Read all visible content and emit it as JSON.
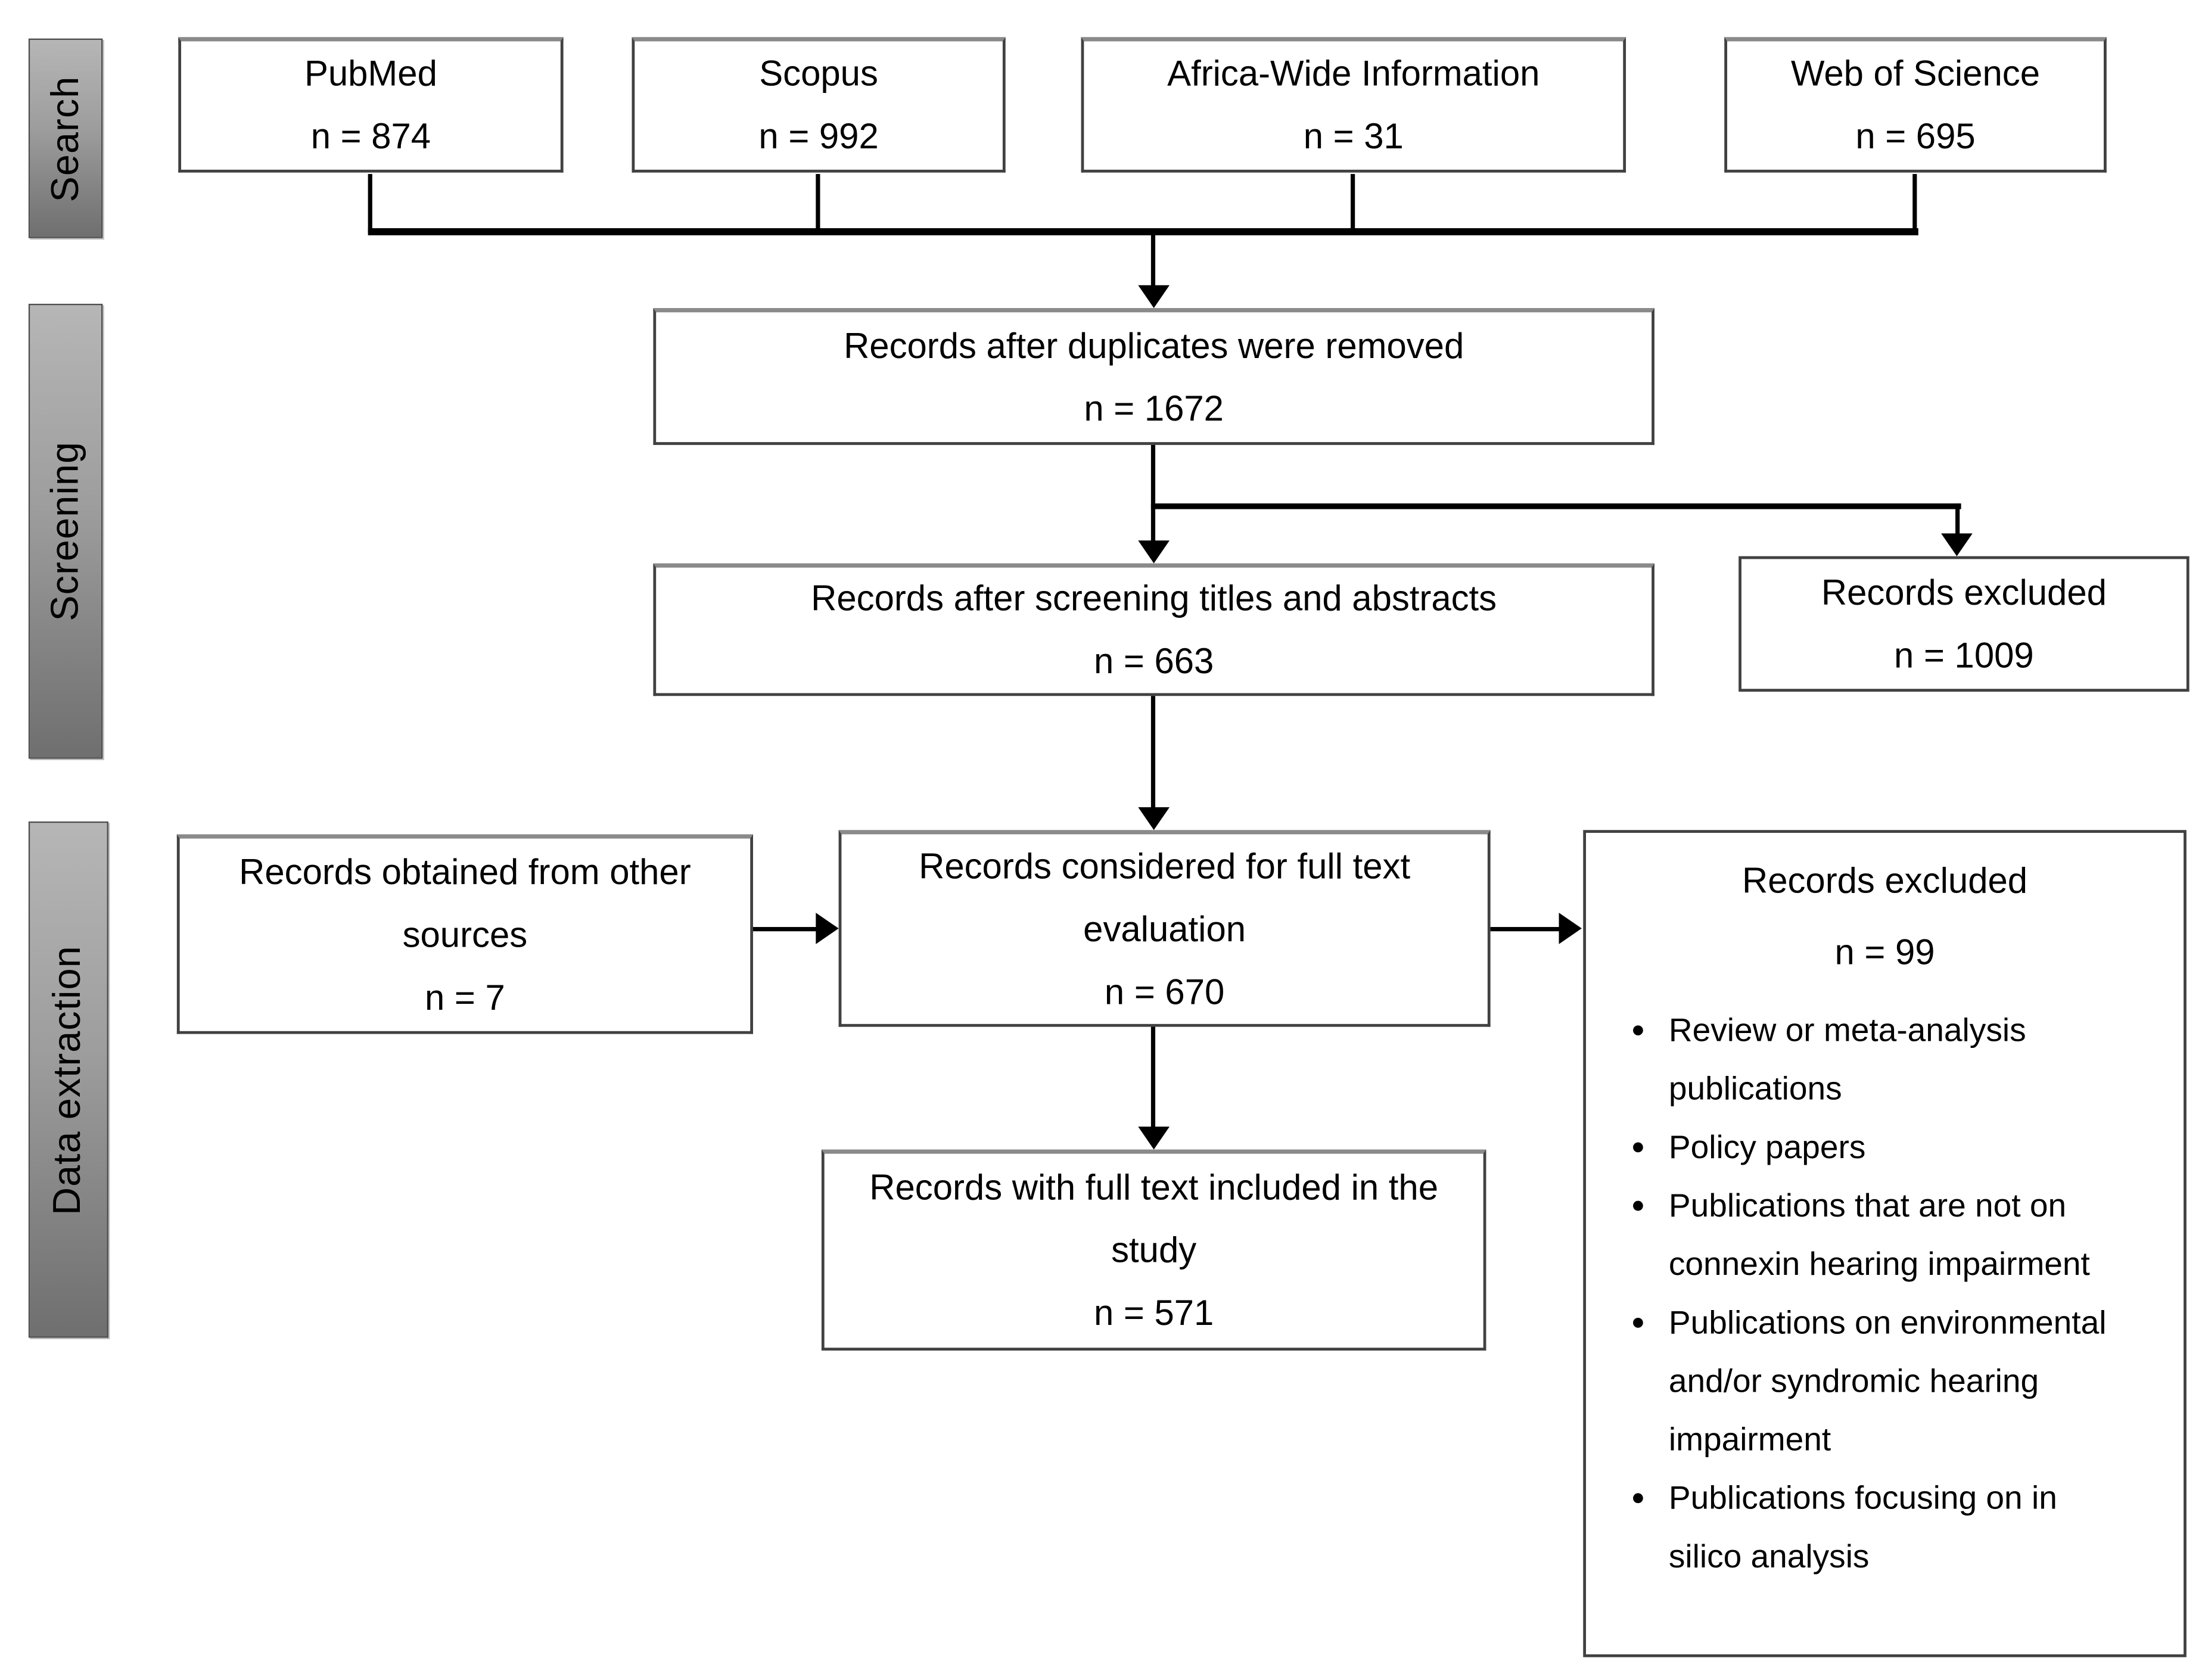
{
  "figure": {
    "type": "prisma-flow-diagram",
    "background": "#ffffff",
    "colors": {
      "box_border": "#414141",
      "box_border_top_highlight": "#8a8a8a",
      "sidebar_gradient_start": "#b6b6b6",
      "sidebar_gradient_end": "#6f6f6f",
      "line": "#000000",
      "text": "#000000"
    }
  },
  "stages": [
    {
      "label": "Search"
    },
    {
      "label": "Screening"
    },
    {
      "label": "Data extraction"
    }
  ],
  "search_row": {
    "sources": [
      {
        "name": "PubMed",
        "count": "n = 874"
      },
      {
        "name": "Scopus",
        "count": "n = 992"
      },
      {
        "name": "Africa-Wide Information",
        "count": "n = 31"
      },
      {
        "name": "Web of Science",
        "count": "n = 695"
      }
    ]
  },
  "screening_row": {
    "duplicates_removed": {
      "label": "Records after duplicates were removed",
      "count": "n = 1672"
    },
    "title_abstract_screen": {
      "label": "Records after screening titles and abstracts",
      "count": "n = 663"
    },
    "records_excluded": {
      "label": "Records excluded",
      "count": "n = 1009"
    }
  },
  "extraction_row": {
    "other_sources": {
      "label": "Records obtained from other sources",
      "count": "n = 7"
    },
    "full_text_evaluation": {
      "label": "Records considered for full text evaluation",
      "count": "n = 670"
    },
    "records_excluded": {
      "label": "Records excluded",
      "count": "n = 99",
      "reasons": [
        "Review or meta-analysis publications",
        "Policy papers",
        "Publications that are not on connexin hearing impairment",
        "Publications on environmental and/or syndromic hearing impairment",
        "Publications focusing on in silico analysis"
      ]
    },
    "included": {
      "label": "Records with full text included in the study",
      "count": "n = 571"
    }
  }
}
